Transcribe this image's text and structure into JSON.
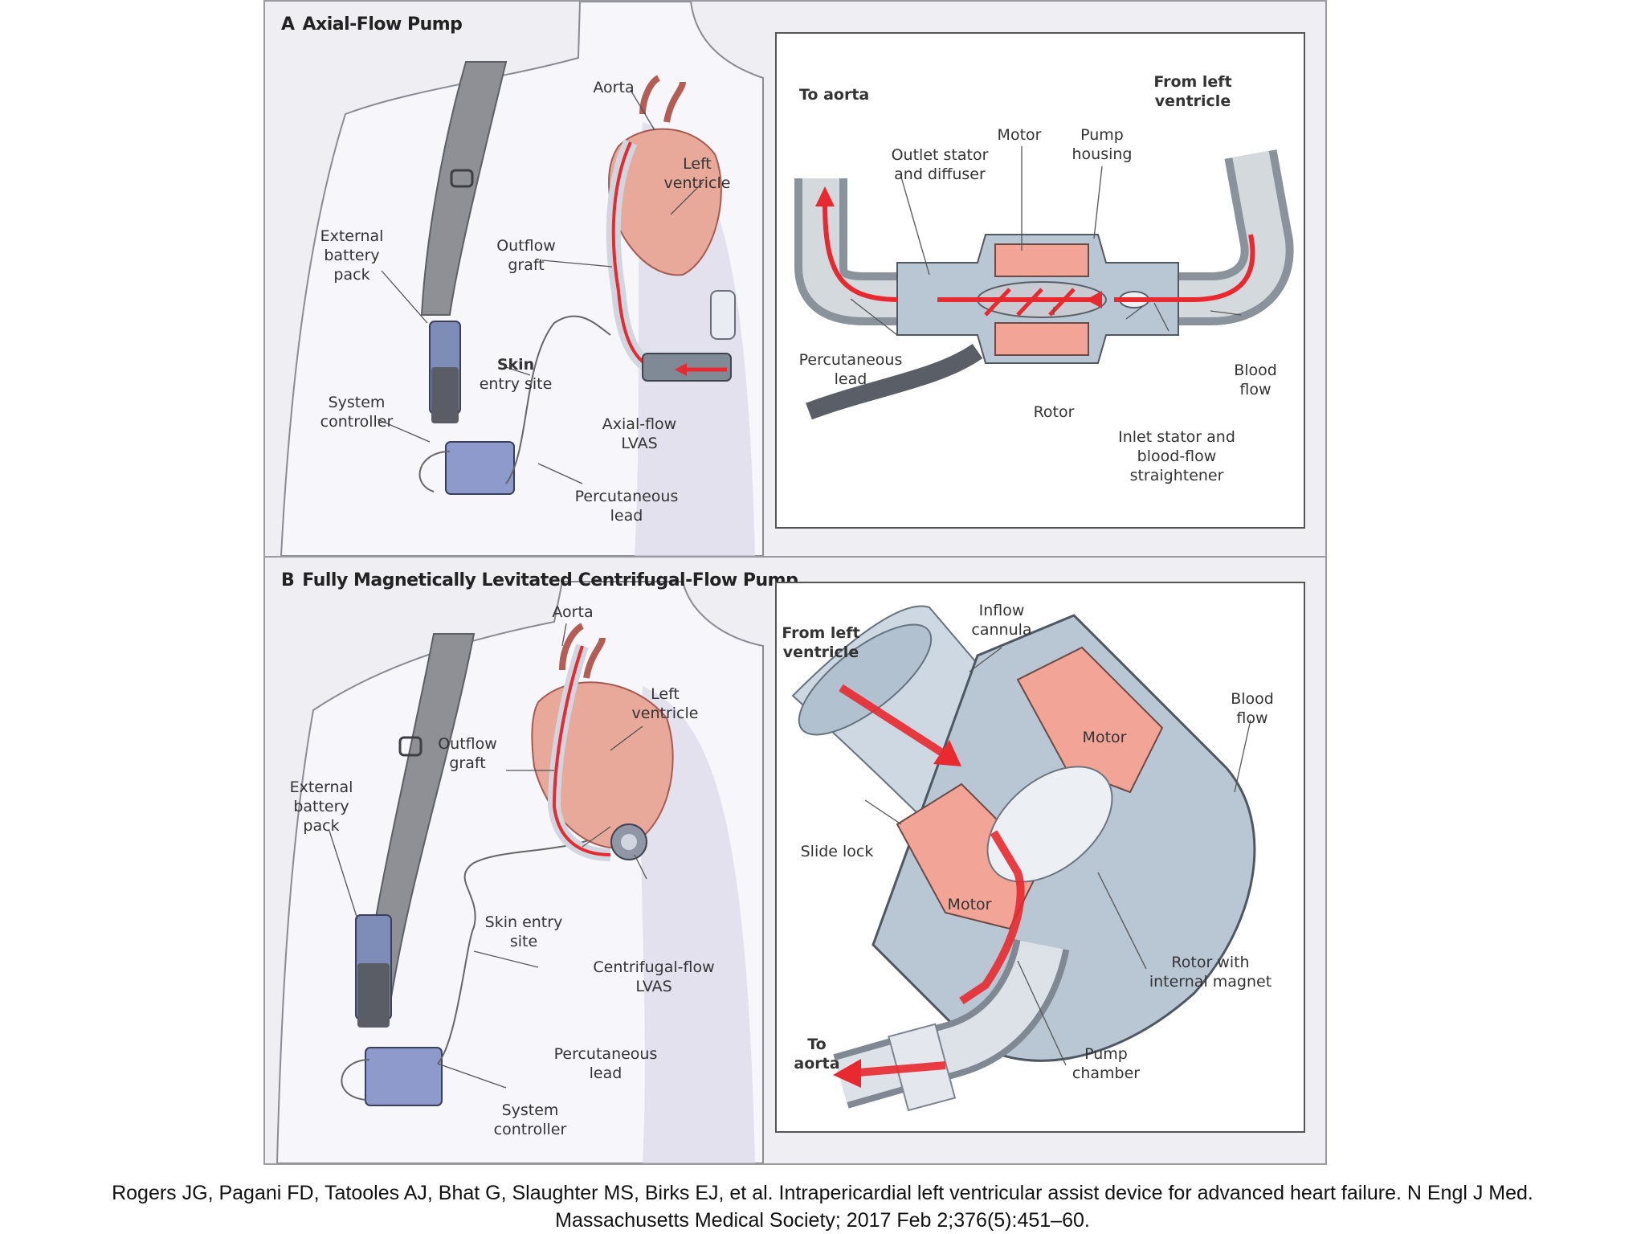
{
  "panelA": {
    "title": "Axial-Flow Pump",
    "letter": "A",
    "body_labels": {
      "aorta": "Aorta",
      "left_ventricle_1": "Left",
      "left_ventricle_2": "ventricle",
      "outflow_1": "Outflow",
      "outflow_2": "graft",
      "battery_1": "External",
      "battery_2": "battery",
      "battery_3": "pack",
      "skin_1": "Skin",
      "skin_2": "entry site",
      "controller_1": "System",
      "controller_2": "controller",
      "lvas_1": "Axial-flow",
      "lvas_2": "LVAS",
      "lead_1": "Percutaneous",
      "lead_2": "lead"
    },
    "inset_labels": {
      "to_aorta": "To aorta",
      "from_lv_1": "From left",
      "from_lv_2": "ventricle",
      "motor": "Motor",
      "housing_1": "Pump",
      "housing_2": "housing",
      "outlet_1": "Outlet stator",
      "outlet_2": "and diffuser",
      "lead_1": "Percutaneous",
      "lead_2": "lead",
      "rotor": "Rotor",
      "blood_1": "Blood",
      "blood_2": "flow",
      "inlet_1": "Inlet stator and",
      "inlet_2": "blood-flow",
      "inlet_3": "straightener"
    }
  },
  "panelB": {
    "title": "Fully Magnetically Levitated Centrifugal-Flow Pump",
    "letter": "B",
    "body_labels": {
      "aorta": "Aorta",
      "left_ventricle_1": "Left",
      "left_ventricle_2": "ventricle",
      "outflow_1": "Outflow",
      "outflow_2": "graft",
      "battery_1": "External",
      "battery_2": "battery",
      "battery_3": "pack",
      "skin_1": "Skin entry",
      "skin_2": "site",
      "lvas_1": "Centrifugal-flow",
      "lvas_2": "LVAS",
      "lead_1": "Percutaneous",
      "lead_2": "lead",
      "controller_1": "System",
      "controller_2": "controller"
    },
    "inset_labels": {
      "from_lv_1": "From left",
      "from_lv_2": "ventricle",
      "inflow_1": "Inflow",
      "inflow_2": "cannula",
      "motor_top": "Motor",
      "motor_bottom": "Motor",
      "blood_1": "Blood",
      "blood_2": "flow",
      "slide_lock": "Slide lock",
      "rotor_1": "Rotor with",
      "rotor_2": "internal magnet",
      "to_aorta_1": "To",
      "to_aorta_2": "aorta",
      "chamber_1": "Pump",
      "chamber_2": "chamber"
    }
  },
  "citation": {
    "line1": "Rogers JG, Pagani FD, Tatooles AJ, Bhat G, Slaughter MS, Birks EJ, et al. Intrapericardial left ventricular assist device for advanced heart failure. N Engl J Med.",
    "line2": "Massachusetts Medical Society; 2017 Feb 2;376(5):451–60."
  },
  "colors": {
    "flow_arrow": "#e8292f",
    "motor": "#f2a596",
    "pump_body": "#b9c6d3",
    "device": "#7f8fc2",
    "heart": "#e8a99a"
  }
}
